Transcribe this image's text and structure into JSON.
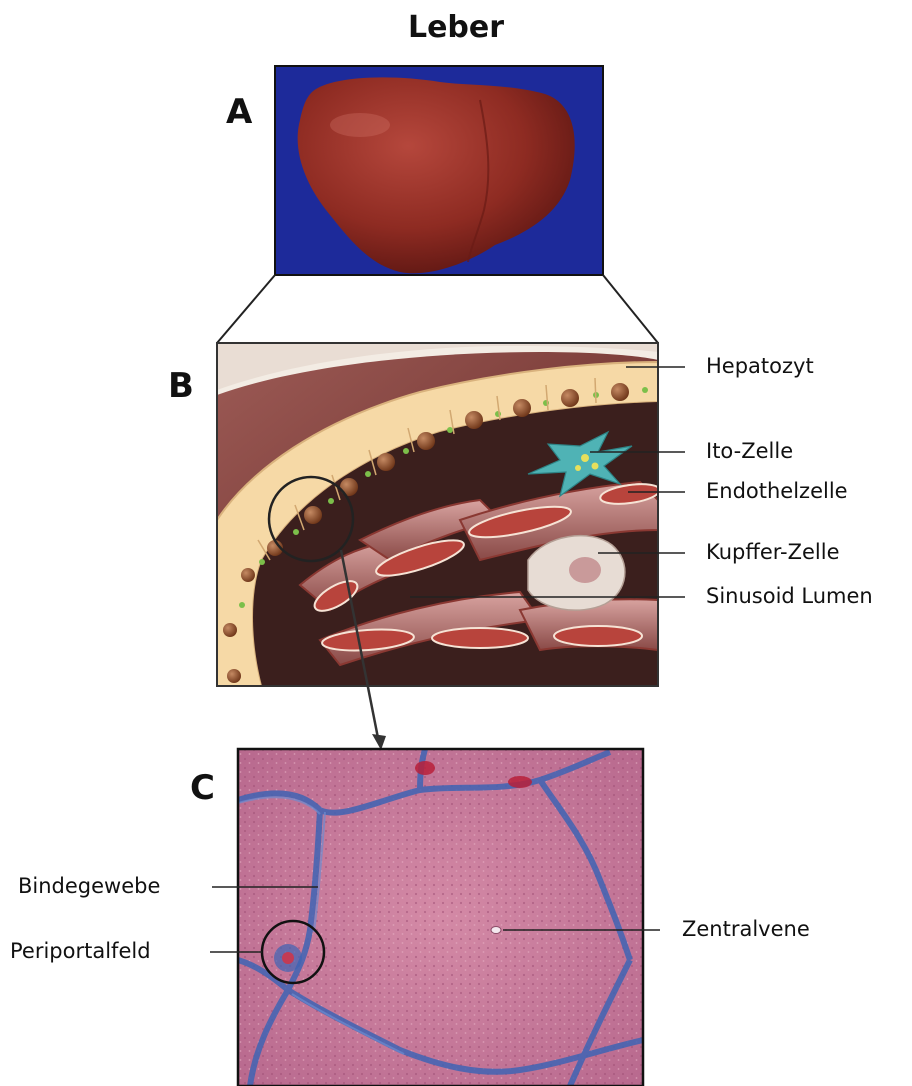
{
  "title": "Leber",
  "panels": {
    "a": {
      "letter": "A"
    },
    "b": {
      "letter": "B"
    },
    "c": {
      "letter": "C"
    }
  },
  "labels_b": {
    "hepatocyte": "Hepatozyt",
    "ito_cell": "Ito-Zelle",
    "endothelial_cell": "Endothelzelle",
    "kupffer_cell": "Kupffer-Zelle",
    "sinusoid_lumen": "Sinusoid Lumen"
  },
  "labels_c": {
    "connective_tissue": "Bindegewebe",
    "periportal_field": "Periportalfeld",
    "central_vein": "Zentralvene"
  },
  "colors": {
    "liver_background": "#1d2a9a",
    "liver_tissue": "#8e2b22",
    "hepatocyte": "#f6d9a6",
    "nucleus": "#8a4a2c",
    "ito_cell": "#4fb3b5",
    "endothelium": "#b8443c",
    "histology_tissue": "#c77fa0",
    "histology_septa": "#3f64b4"
  }
}
